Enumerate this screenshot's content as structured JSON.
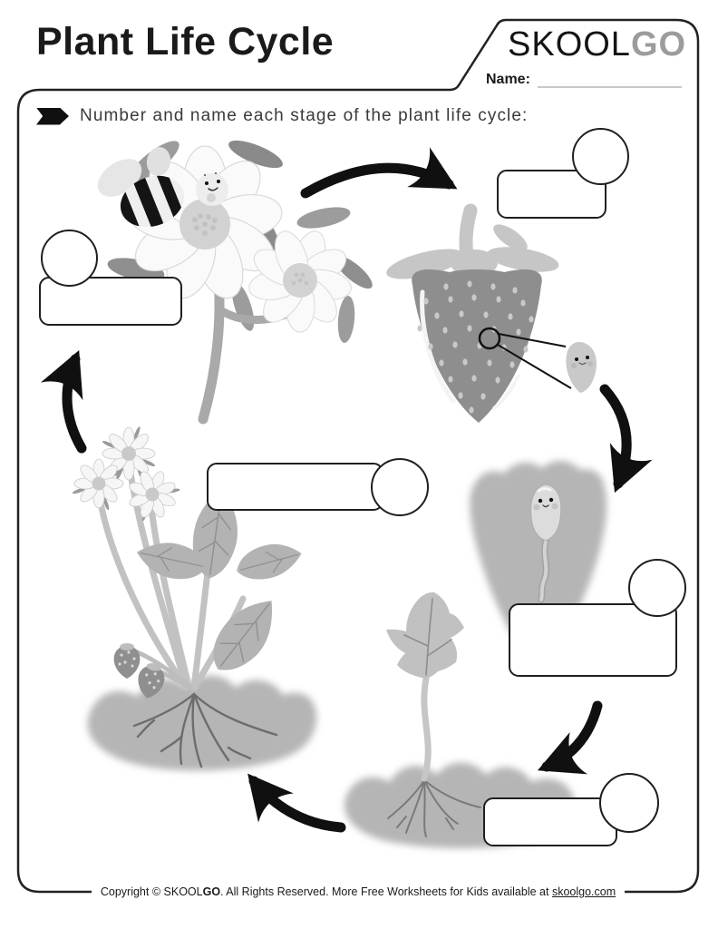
{
  "page": {
    "background": "#ffffff",
    "ink": "#1a1a1a",
    "palette": {
      "frame_line": "#222222",
      "arrow_black": "#101010",
      "fruit_gray": "#8e8e8e",
      "soil_gray": "#b5b5b5",
      "leaf_gray": "#c1c1c1",
      "petal_white": "#fafafa",
      "logo_gray": "#9c9c9c",
      "name_line_gray": "#c9c9c9"
    }
  },
  "header": {
    "title": "Plant Life Cycle",
    "logo": {
      "part1": "SKOOL",
      "part2": "GO"
    },
    "name_label": "Name:",
    "name_value": ""
  },
  "instruction": {
    "bullet_icon": "arrow-tag-icon",
    "text": "Number and name each stage of the plant life cycle:"
  },
  "worksheet": {
    "slots": [
      {
        "slot_for": "flowering-stage",
        "number_value": "",
        "name_value": ""
      },
      {
        "slot_for": "fruit-stage",
        "number_value": "",
        "name_value": ""
      },
      {
        "slot_for": "seed-stage",
        "number_value": "",
        "name_value": ""
      },
      {
        "slot_for": "seedling-stage",
        "number_value": "",
        "name_value": ""
      },
      {
        "slot_for": "mature-plant-stage",
        "number_value": "",
        "name_value": ""
      }
    ],
    "illustrations": [
      "flowering-plant-with-bee",
      "strawberry-fruit-with-seed-callout",
      "seed-germinating-in-soil",
      "seedling-sprout-in-soil",
      "mature-strawberry-plant"
    ],
    "arrows": [
      "arrow-flower-to-fruit",
      "arrow-fruit-to-seed",
      "arrow-seed-to-seedling",
      "arrow-seedling-to-plant",
      "arrow-plant-to-flower"
    ]
  },
  "footer": {
    "prefix": "Copyright © SKOOL",
    "brand_bold": "GO",
    "middle": ". All Rights Reserved. More Free Worksheets for Kids available at ",
    "link": "skoolgo.com"
  }
}
